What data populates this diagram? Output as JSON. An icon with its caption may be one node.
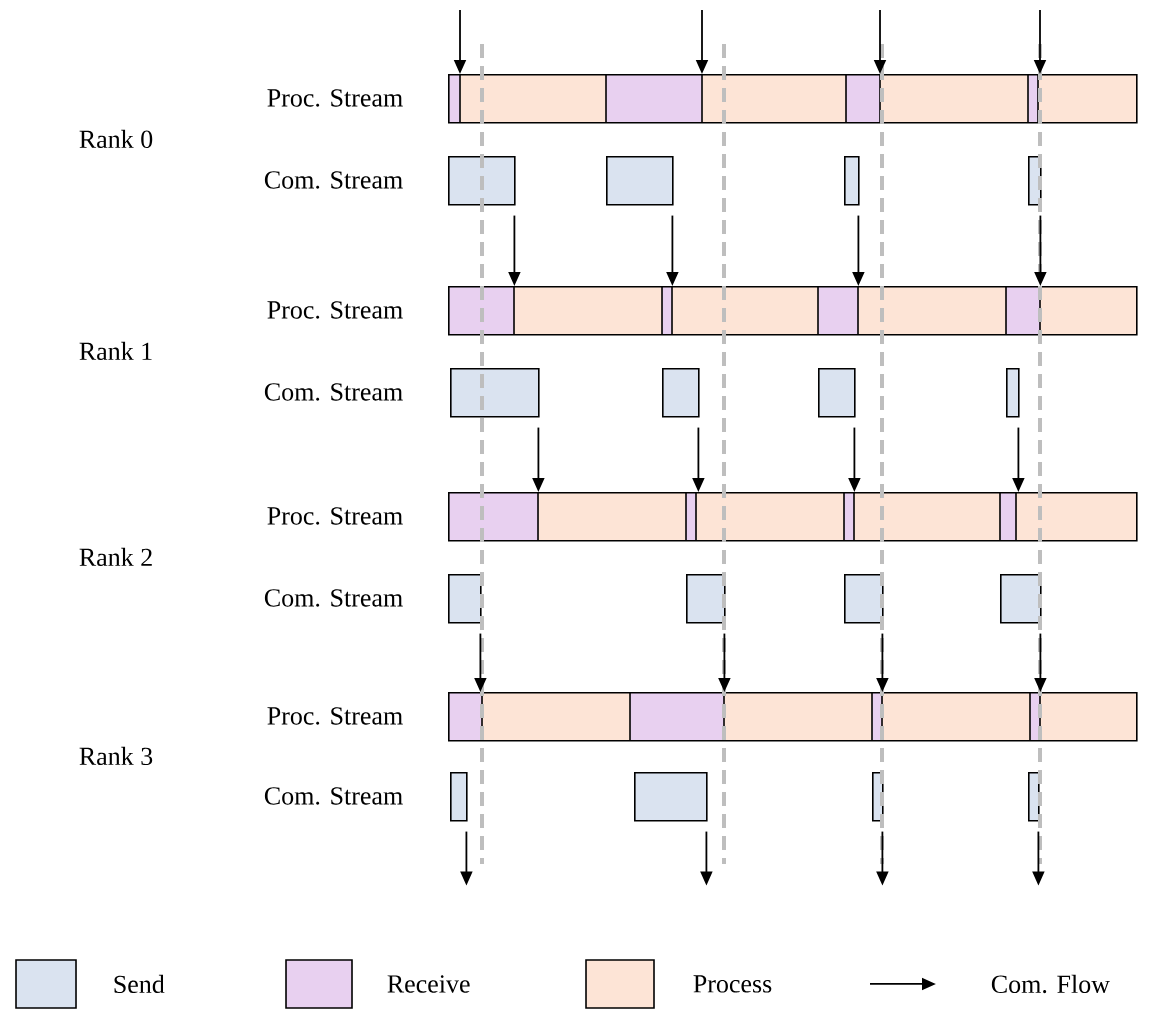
{
  "diagram": {
    "nodes": [
      {
        "text": [],
        "shape": "bar"
      },
      {
        "text": [],
        "shape": "box"
      },
      {
        "text": [],
        "shape": "box"
      },
      {
        "text": [],
        "shape": "box"
      },
      {
        "text": [],
        "shape": "box"
      },
      {
        "text": [],
        "shape": "bar"
      },
      {
        "text": [],
        "shape": "box"
      },
      {
        "text": [],
        "shape": "box"
      },
      {
        "text": [],
        "shape": "box"
      },
      {
        "text": [],
        "shape": "box"
      },
      {
        "text": [],
        "shape": "bar"
      },
      {
        "text": [],
        "shape": "box"
      },
      {
        "text": [],
        "shape": "box"
      },
      {
        "text": [],
        "shape": "box"
      },
      {
        "text": [],
        "shape": "box"
      },
      {
        "text": [],
        "shape": "bar"
      },
      {
        "text": [],
        "shape": "box"
      },
      {
        "text": [],
        "shape": "box"
      },
      {
        "text": [],
        "shape": "box"
      },
      {
        "text": [],
        "shape": "box"
      }
    ],
    "edges": [
      {
        "from": null,
        "to": 0,
        "arrow": "to"
      },
      {
        "from": null,
        "to": 0,
        "arrow": "to"
      },
      {
        "from": null,
        "to": 0,
        "arrow": "to"
      },
      {
        "from": null,
        "to": 0,
        "arrow": "to"
      },
      {
        "from": 1,
        "to": 5,
        "arrow": "to"
      },
      {
        "from": 2,
        "to": 5,
        "arrow": "to"
      },
      {
        "from": 3,
        "to": 5,
        "arrow": "to"
      },
      {
        "from": 4,
        "to": 5,
        "arrow": "to"
      },
      {
        "from": 6,
        "to": 10,
        "arrow": "to"
      },
      {
        "from": 7,
        "to": 10,
        "arrow": "to"
      },
      {
        "from": 8,
        "to": 10,
        "arrow": "to"
      },
      {
        "from": 9,
        "to": 10,
        "arrow": "to"
      },
      {
        "from": 11,
        "to": 15,
        "arrow": "to"
      },
      {
        "from": 12,
        "to": 15,
        "arrow": "to"
      },
      {
        "from": 13,
        "to": 15,
        "arrow": "to"
      },
      {
        "from": 14,
        "to": 15,
        "arrow": "to"
      },
      {
        "from": 16,
        "to": null,
        "arrow": "to"
      },
      {
        "from": 17,
        "to": null,
        "arrow": "to"
      },
      {
        "from": 18,
        "to": null,
        "arrow": "to"
      },
      {
        "from": 19,
        "to": null,
        "arrow": "to"
      }
    ],
    "labels": [
      "Proc. Stream",
      "Rank 0",
      "Com. Stream",
      "Proc. Stream",
      "Rank 1",
      "Com. Stream",
      "Proc. Stream",
      "Rank 2",
      "Com. Stream",
      "Proc. Stream",
      "Rank 3",
      "Com. Stream"
    ],
    "legend": [
      {
        "text": "Send",
        "color": "#dae3f0"
      },
      {
        "text": "Receive",
        "color": "#e8d0f0"
      },
      {
        "text": "Process",
        "color": "#fde4d6"
      },
      {
        "text": "Com. Flow"
      }
    ]
  }
}
